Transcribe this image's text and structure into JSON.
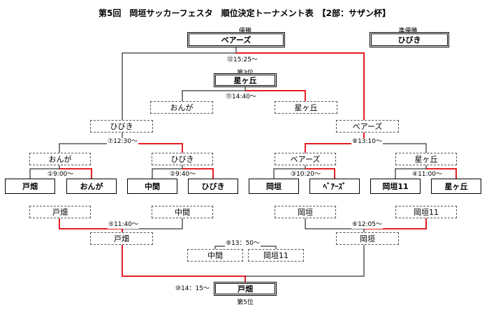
{
  "title": "第5回　岡垣サッカーフェスタ　順位決定トーナメント表　【2部：サザン杯】",
  "captions": {
    "champion": "優勝",
    "runner_up": "準優勝",
    "third": "第3位",
    "fifth": "第5位"
  },
  "champion_box": "ベアーズ",
  "runner_up_box": "ひびき",
  "third_box": "星ヶ丘",
  "fifth_box": "戸畑",
  "final_time": "⑫15:25～",
  "third_place_match": {
    "time": "⑪14:40～",
    "left": "おんが",
    "right": "星ヶ丘"
  },
  "semifinal_teams": {
    "left": "ひびき",
    "right": "ベアーズ"
  },
  "semifinal_times": {
    "left": "⑦12:30～",
    "right": "⑧13:10～"
  },
  "quarterfinal_winners": [
    "おんが",
    "ひびき",
    "ベアーズ",
    "星ヶ丘"
  ],
  "first_round": [
    {
      "time": "①9:00～",
      "a": "戸畑",
      "b": "おんが"
    },
    {
      "time": "②9:40～",
      "a": "中間",
      "b": "ひびき"
    },
    {
      "time": "③10:20～",
      "a": "岡垣",
      "b": "ﾍﾞｱｰｽﾞ"
    },
    {
      "time": "④11:00～",
      "a": "岡垣11",
      "b": "星ヶ丘"
    }
  ],
  "consolation_teams": [
    "戸畑",
    "中間",
    "岡垣",
    "岡垣11"
  ],
  "consolation_times": {
    "left": "⑤11:40～",
    "right": "⑥12:05～"
  },
  "consolation_winners": {
    "left": "戸畑",
    "right": "岡垣"
  },
  "sixth_place_match": {
    "time": "⑨13：50～",
    "left": "中間",
    "right": "岡垣11"
  },
  "fifth_place_time": "⑩14：15～",
  "colors": {
    "winner_path": "#e31e24",
    "line": "#000000",
    "dashed_border": "#555555"
  }
}
